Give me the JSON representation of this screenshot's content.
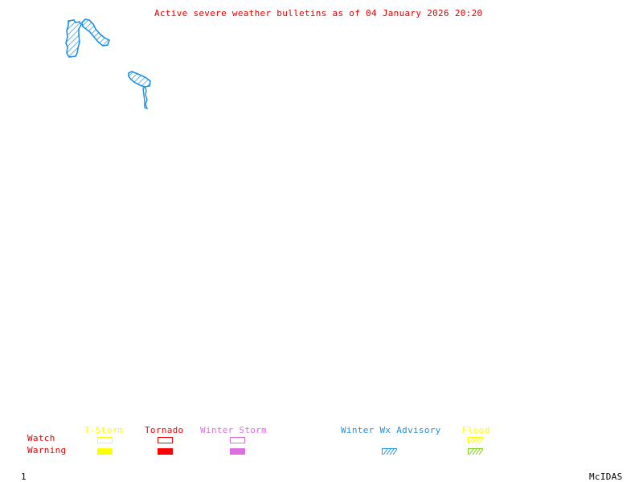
{
  "title": "Active severe weather bulletins as of 04 January 2026 20:20",
  "map": {
    "description": "Active alert areas (hatched outlines)",
    "areas": [
      {
        "name": "alert-area-1",
        "category": "Winter Wx Advisory",
        "color": "#1e90e6"
      },
      {
        "name": "alert-area-2",
        "category": "Winter Wx Advisory",
        "color": "#1e90e6"
      },
      {
        "name": "alert-area-3",
        "category": "Winter Wx Advisory",
        "color": "#1e90e6"
      }
    ]
  },
  "legend": {
    "row_labels": {
      "watch": "Watch",
      "warning": "Warning"
    },
    "row_label_color": "#e00000",
    "columns": [
      {
        "label": "T-Storm",
        "color": "#ffff00",
        "watch": "outline",
        "warning": "filled"
      },
      {
        "label": "Tornado",
        "color": "#ff0000",
        "watch": "outline",
        "warning": "filled"
      },
      {
        "label": "Winter Storm",
        "color": "#dd70dd",
        "watch": "outline",
        "warning": "filled"
      },
      {
        "label": "Winter Wx Advisory",
        "color": "#1e90e6",
        "watch": "none",
        "warning": "hatched"
      },
      {
        "label": "Flood",
        "color": "#ffff00",
        "warning_color": "#7ccd1e",
        "watch": "hatched",
        "warning": "hatched"
      }
    ]
  },
  "footer": {
    "page_number": "1",
    "brand": "McIDAS"
  }
}
